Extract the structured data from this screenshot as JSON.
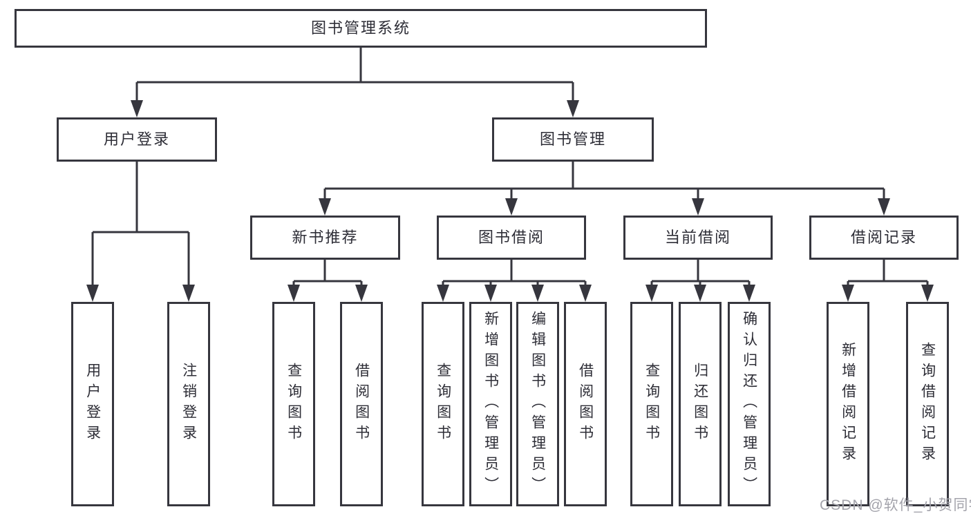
{
  "tree": {
    "label": "图书管理系统",
    "children": [
      {
        "label": "用户登录",
        "children": [
          {
            "label": "用户登录"
          },
          {
            "label": "注销登录"
          }
        ]
      },
      {
        "label": "图书管理",
        "children": [
          {
            "label": "新书推荐",
            "children": [
              {
                "label": "查询图书"
              },
              {
                "label": "借阅图书"
              }
            ]
          },
          {
            "label": "图书借阅",
            "children": [
              {
                "label": "查询图书"
              },
              {
                "label": "新增图书（管理员）"
              },
              {
                "label": "编辑图书（管理员）"
              },
              {
                "label": "借阅图书"
              }
            ]
          },
          {
            "label": "当前借阅",
            "children": [
              {
                "label": "查询图书"
              },
              {
                "label": "归还图书"
              },
              {
                "label": "确认归还（管理员）"
              }
            ]
          },
          {
            "label": "借阅记录",
            "children": [
              {
                "label": "新增借阅记录"
              },
              {
                "label": "查询借阅记录"
              }
            ]
          }
        ]
      }
    ]
  },
  "watermark": "CSDN @软件_小贺同学",
  "colors": {
    "line": "#36363e",
    "box_border": "#36363e",
    "text": "#2d2d36",
    "watermark": "#a3a3ab",
    "background": "#ffffff"
  }
}
